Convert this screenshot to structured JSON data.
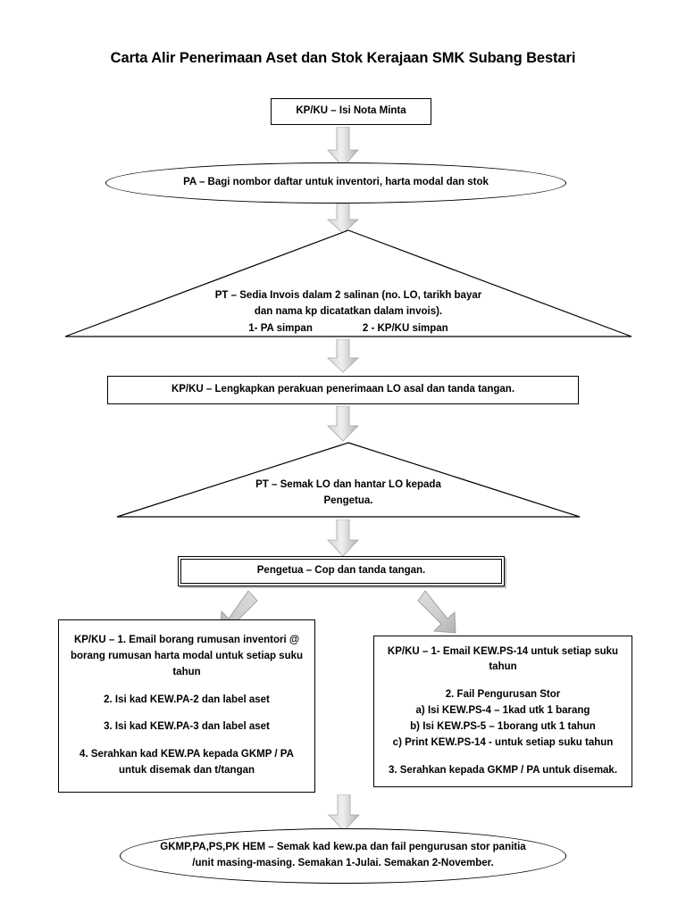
{
  "title": "Carta Alir Penerimaan Aset dan Stok Kerajaan SMK Subang Bestari",
  "colors": {
    "stroke": "#000000",
    "background": "#ffffff",
    "arrow_fill_light": "#e8e8e8",
    "arrow_fill_dark": "#b8b8b8",
    "arrow_outline": "#9a9a9a"
  },
  "chart_data": {
    "type": "diagram",
    "title": "Carta Alir Penerimaan Aset dan Stok Kerajaan SMK Subang Bestari",
    "orientation": "top-to-bottom",
    "nodes": [
      {
        "id": "n1",
        "shape": "rectangle",
        "text": "KP/KU – Isi Nota Minta"
      },
      {
        "id": "n2",
        "shape": "ellipse",
        "text": "PA – Bagi nombor daftar untuk inventori, harta modal dan stok"
      },
      {
        "id": "n3",
        "shape": "triangle",
        "text": "PT – Sedia Invois dalam 2 salinan (no. LO, tarikh bayar dan nama kp dicatatkan dalam invois). 1- PA simpan   2 - KP/KU simpan"
      },
      {
        "id": "n4",
        "shape": "rectangle",
        "text": "KP/KU – Lengkapkan perakuan penerimaan LO asal dan tanda tangan."
      },
      {
        "id": "n5",
        "shape": "triangle",
        "text": "PT – Semak LO dan hantar LO kepada Pengetua."
      },
      {
        "id": "n6",
        "shape": "rectangle-double",
        "text": "Pengetua – Cop dan tanda tangan."
      },
      {
        "id": "n7",
        "shape": "rectangle",
        "text": "KP/KU – 1. Email borang rumusan inventori @ borang rumusan harta modal untuk setiap suku tahun / 2. Isi kad KEW.PA-2 dan label aset / 3. Isi kad KEW.PA-3 dan label aset / 4. Serahkan kad  KEW.PA kepada GKMP / PA untuk disemak dan t/tangan"
      },
      {
        "id": "n8",
        "shape": "rectangle",
        "text": "KP/KU – 1- Email KEW.PS-14 untuk setiap suku tahun / 2. Fail Pengurusan Stor a) Isi KEW.PS-4 – 1kad utk 1 barang b) Isi KEW.PS-5 – 1borang utk 1 tahun c) Print KEW.PS-14 - untuk setiap suku tahun / 3. Serahkan kepada GKMP / PA untuk disemak."
      },
      {
        "id": "n9",
        "shape": "ellipse",
        "text": "GKMP,PA,PS,PK HEM  – Semak kad kew.pa dan fail pengurusan stor panitia /unit masing-masing. Semakan 1-Julai.  Semakan 2-November."
      }
    ],
    "edges": [
      {
        "from": "n1",
        "to": "n2",
        "direction": "down"
      },
      {
        "from": "n2",
        "to": "n3",
        "direction": "down"
      },
      {
        "from": "n3",
        "to": "n4",
        "direction": "down"
      },
      {
        "from": "n4",
        "to": "n5",
        "direction": "down"
      },
      {
        "from": "n5",
        "to": "n6",
        "direction": "down"
      },
      {
        "from": "n6",
        "to": "n7",
        "direction": "down-left"
      },
      {
        "from": "n6",
        "to": "n8",
        "direction": "down-right"
      },
      {
        "from": "n7",
        "to": "n9",
        "direction": "down"
      }
    ]
  },
  "nodes": {
    "n1": {
      "line1": "KP/KU – Isi Nota Minta"
    },
    "n2": {
      "line1": "PA – Bagi nombor daftar untuk inventori, harta modal dan stok"
    },
    "n3": {
      "line1": "PT – Sedia Invois dalam 2 salinan (no. LO, tarikh bayar",
      "line2": "dan nama kp dicatatkan dalam invois).",
      "line3a": "1-   PA simpan",
      "line3b": "2 - KP/KU simpan"
    },
    "n4": {
      "line1": "KP/KU – Lengkapkan perakuan penerimaan LO asal dan tanda tangan."
    },
    "n5": {
      "line1": "PT – Semak LO dan hantar LO kepada",
      "line2": "Pengetua."
    },
    "n6": {
      "line1": "Pengetua – Cop dan tanda tangan."
    },
    "n7": {
      "line1": "KP/KU – 1. Email borang rumusan inventori @",
      "line2": "borang rumusan harta modal untuk setiap suku",
      "line3": "tahun",
      "line4": "2. Isi kad KEW.PA-2 dan label aset",
      "line5": "3. Isi kad KEW.PA-3 dan label aset",
      "line6": "4. Serahkan kad  KEW.PA kepada GKMP / PA",
      "line7": "untuk disemak dan t/tangan"
    },
    "n8": {
      "line1": "KP/KU – 1- Email KEW.PS-14 untuk setiap suku",
      "line2": "tahun",
      "line3": "2. Fail Pengurusan Stor",
      "line4": "a)  Isi KEW.PS-4 – 1kad utk 1 barang",
      "line5": "b) Isi KEW.PS-5 – 1borang utk 1 tahun",
      "line6": "c) Print KEW.PS-14 - untuk setiap suku tahun",
      "line7": "3. Serahkan kepada GKMP / PA untuk disemak."
    },
    "n9": {
      "line1": "GKMP,PA,PS,PK HEM  – Semak kad kew.pa dan fail pengurusan stor panitia",
      "line2": "/unit masing-masing. Semakan 1-Julai.  Semakan 2-November."
    }
  }
}
